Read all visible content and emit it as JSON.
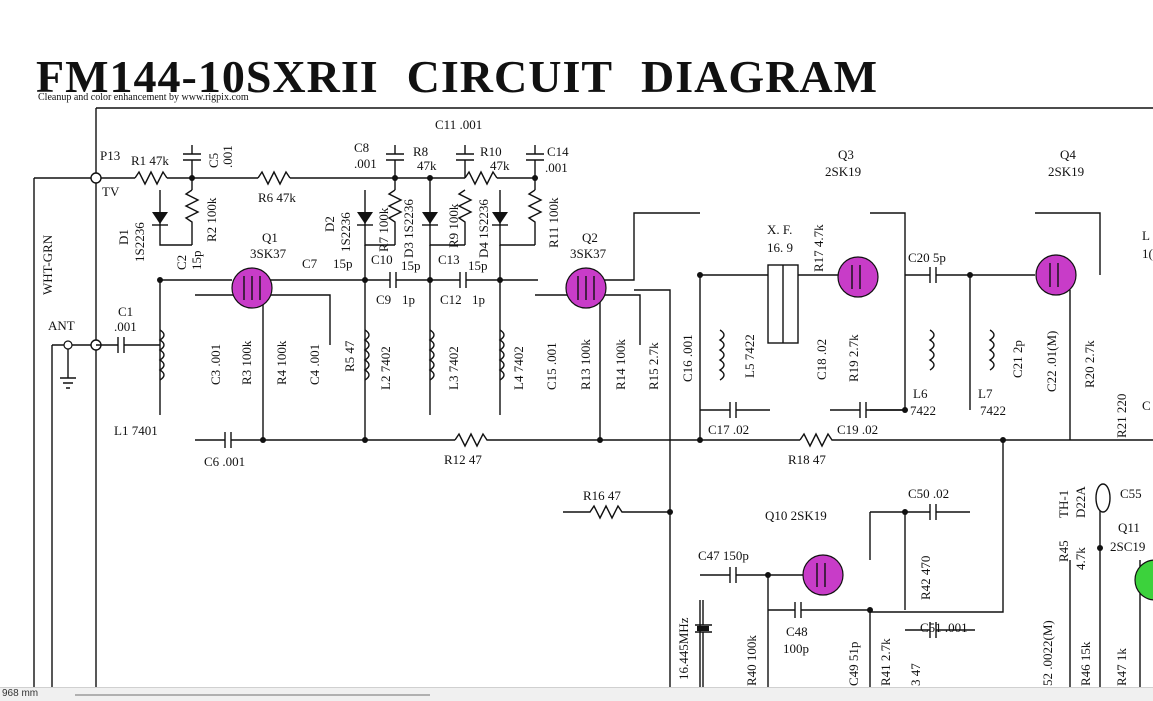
{
  "title": {
    "part1": "FM144-10SXRII",
    "part2": "CIRCUIT",
    "part3": "DIAGRAM"
  },
  "credit": "Cleanup and color enhancement by  www.rigpix.com",
  "ports": {
    "p13": "P13",
    "tv": "TV",
    "wht_grn": "WHT-GRN",
    "ant": "ANT"
  },
  "transistors": [
    {
      "id": "q1",
      "name": "Q1",
      "type": "3SK37"
    },
    {
      "id": "q2",
      "name": "Q2",
      "type": "3SK37"
    },
    {
      "id": "q3",
      "name": "Q3",
      "type": "2SK19"
    },
    {
      "id": "q4",
      "name": "Q4",
      "type": "2SK19"
    },
    {
      "id": "q10",
      "name": "Q10 2SK19",
      "type": ""
    },
    {
      "id": "q11",
      "name": "Q11",
      "type": "2SC19"
    }
  ],
  "components": {
    "r1": "R1  47k",
    "c5": "C5",
    "c5v": ".001",
    "r6": "R6  47k",
    "r2": "R2  100k",
    "d1": "D1",
    "d1t": "1S2236",
    "c2": "C2",
    "c2v": "15p",
    "c8": "C8",
    "c8v": ".001",
    "c11": "C11 .001",
    "r8": "R8",
    "r8v": "47k",
    "r10": "R10",
    "r10v": "47k",
    "c14": "C14",
    "c14v": ".001",
    "d2": "D2",
    "d2t": "1S2236",
    "r7": "R7 100k",
    "d3": "D3 1S2236",
    "r9": "R9 100k",
    "d4": "D4 1S2236",
    "r11": "R11 100k",
    "c7": "C7",
    "c7v": "15p",
    "c10": "C10",
    "c10v": "15p",
    "c13": "C13",
    "c13v": "15p",
    "c9": "C9",
    "c9v": "1p",
    "c12": "C12",
    "c12v": "1p",
    "c1": "C1",
    "c1v": ".001",
    "l1": "L1  7401",
    "c3": "C3 .001",
    "r3": "R3 100k",
    "r4": "R4 100k",
    "c4": "C4 .001",
    "r5": "R5 47",
    "l2": "L2 7402",
    "l3": "L3 7402",
    "l4": "L4 7402",
    "c15": "C15 .001",
    "r13": "R13 100k",
    "r14": "R14 100k",
    "r15": "R15 2.7k",
    "c16": "C16 .001",
    "l5": "L5 7422",
    "xf": "X. F.",
    "xfv": "16. 9",
    "r17": "R17  4.7k",
    "c18": "C18 .02",
    "r19": "R19 2.7k",
    "l6": "L6",
    "l6v": "7422",
    "c20": "C20  5p",
    "l7": "L7",
    "l7v": "7422",
    "c21": "C21 2p",
    "c22": "C22 .01(M)",
    "r20": "R20 2.7k",
    "r21": "R21 220",
    "c6": "C6  .001",
    "r12": "R12  47",
    "c17": "C17  .02",
    "r18": "R18  47",
    "c19": "C19  .02",
    "r16": "R16  47",
    "c50": "C50  .02",
    "c47": "C47  150p",
    "r42": "R42  470",
    "x1": "16.445MHz",
    "r40": "R40 100k",
    "c48": "C48",
    "c48v": "100p",
    "c49": "C49 51p",
    "r41": "R41 2.7k",
    "c51": "C51  .001",
    "r43": "3 47",
    "th1": "TH-1",
    "th1v": "D22A",
    "c55": "C55",
    "r45": "R45",
    "r45v": "4.7k",
    "c52": "52  .0022(M)",
    "r46": "R46 15k",
    "r47": "R47 1k",
    "l_edge": "L",
    "l_edge2": "1(",
    "c_edge": "C"
  },
  "status": {
    "text": "968 mm"
  }
}
